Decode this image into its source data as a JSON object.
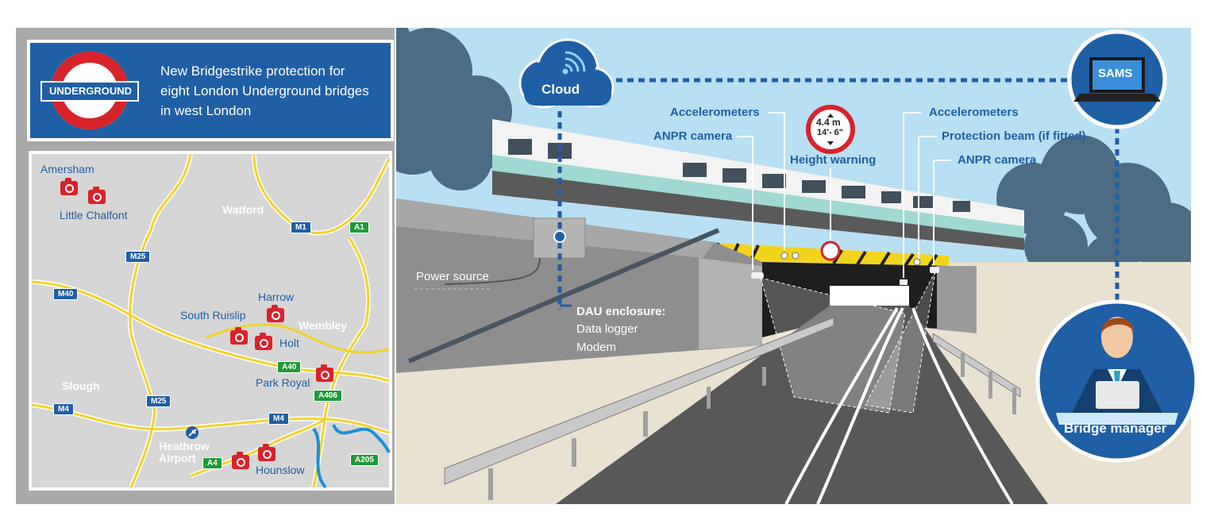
{
  "header": {
    "logo_text": "UNDERGROUND",
    "title_line1": "New Bridgestrike protection for",
    "title_line2": "eight London Underground bridges",
    "title_line3": "in west London"
  },
  "map": {
    "places": {
      "amersham": "Amersham",
      "little_chalfont": "Little Chalfont",
      "watford": "Watford",
      "harrow": "Harrow",
      "south_ruislip": "South Ruislip",
      "wembley": "Wembley",
      "holt": "Holt",
      "slough": "Slough",
      "park_royal": "Park Royal",
      "heathrow1": "Heathrow",
      "heathrow2": "Airport",
      "hounslow": "Hounslow"
    },
    "roads": {
      "m1": "M1",
      "a1": "A1",
      "m25_top": "M25",
      "m40": "M40",
      "a40": "A40",
      "a406": "A406",
      "m25_bottom": "M25",
      "m4_left": "M4",
      "m4_right": "M4",
      "a4": "A4",
      "a205": "A205"
    },
    "colors": {
      "background": "#d6d6d6",
      "road": "#f3d12b",
      "river": "#1f8fd6",
      "camera": "#d8232a"
    }
  },
  "diagram": {
    "cloud": "Cloud",
    "sams": "SAMS",
    "bridge_manager": "Bridge manager",
    "power_source": "Power source",
    "dau_title": "DAU enclosure:",
    "dau_line1": "Data logger",
    "dau_line2": "Modem",
    "accel_left": "Accelerometers",
    "anpr_left": "ANPR camera",
    "height_warning": "Height warning",
    "sign_metric": "4.4 m",
    "sign_imperial": "14'- 6\"",
    "accel_right": "Accelerometers",
    "protection_beam": "Protection beam (if fitted)",
    "anpr_right": "ANPR camera",
    "colors": {
      "accent": "#1f5fa6",
      "sky": "#b9dff2",
      "hazard": "#f2d41c",
      "sign_ring": "#d8232a"
    }
  }
}
